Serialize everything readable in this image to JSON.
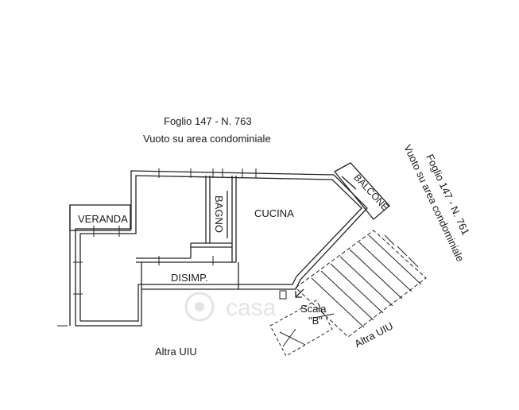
{
  "header": {
    "foglio_top": "Foglio 147 - N. 763",
    "vuoto_top": "Vuoto su area condominiale"
  },
  "side": {
    "foglio_right": "Foglio 147 - N. 761",
    "vuoto_right": "Vuoto su area condominiale"
  },
  "rooms": {
    "veranda": "VERANDA",
    "bagno": "BAGNO",
    "cucina": "CUCINA",
    "disimp": "DISIMP.",
    "balcone": "BALCONE"
  },
  "stairs": {
    "label": "Scala",
    "code": "\"B\""
  },
  "neighbors": {
    "altra_uiu_left": "Altra UIU",
    "altra_uiu_right": "Altra UIU"
  },
  "watermark": {
    "text": "casa"
  },
  "colors": {
    "ink": "#1a1a1a",
    "wall": "#222222",
    "watermark": "#cfcfcf"
  }
}
